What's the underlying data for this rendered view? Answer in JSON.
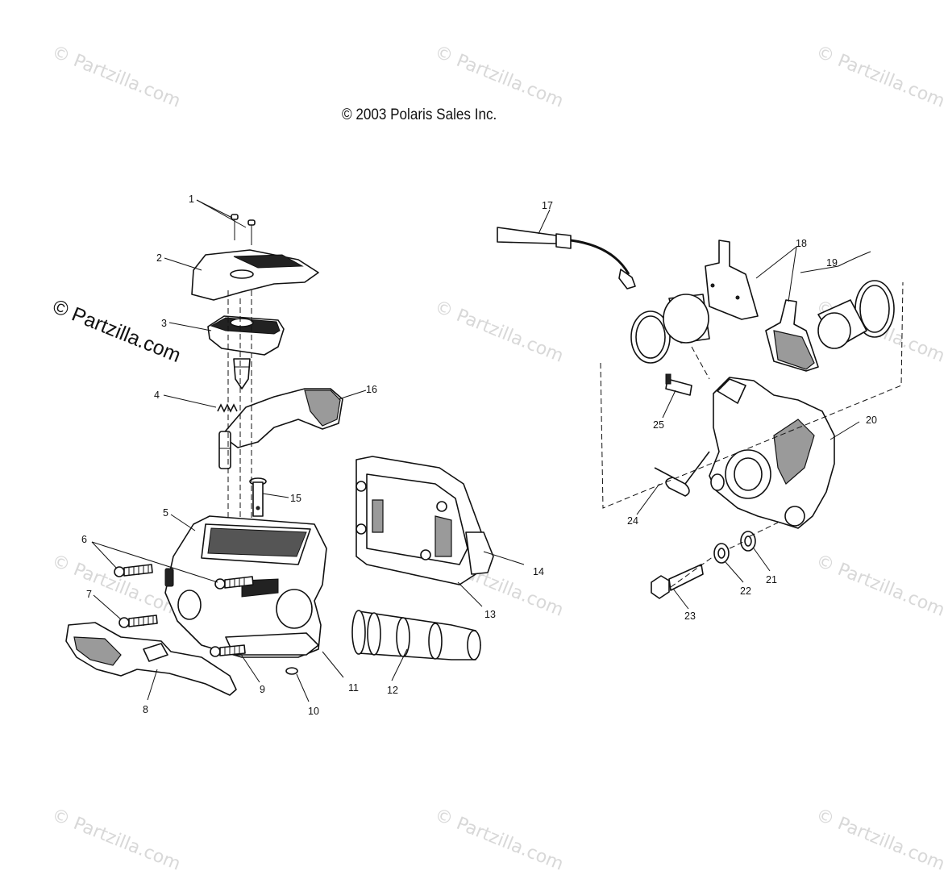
{
  "diagram": {
    "copyright": "© 2003 Polaris Sales Inc.",
    "watermark": "© Partzilla.com",
    "callouts": [
      "1",
      "2",
      "3",
      "4",
      "5",
      "6",
      "7",
      "8",
      "9",
      "10",
      "11",
      "12",
      "13",
      "14",
      "15",
      "16",
      "17",
      "18",
      "19",
      "20",
      "21",
      "22",
      "23",
      "24",
      "25"
    ]
  }
}
